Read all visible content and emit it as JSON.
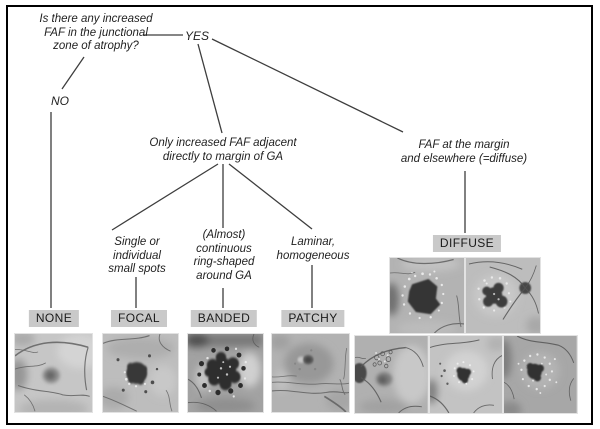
{
  "figure": {
    "question": "Is there any increased\nFAF in the junctional\nzone of atrophy?",
    "answers": {
      "yes": "YES",
      "no": "NO"
    },
    "branch_adjacent": "Only increased FAF adjacent\ndirectly to margin of GA",
    "branch_diffuse": "FAF at the margin\nand elsewhere (=diffuse)",
    "descriptions": {
      "focal": "Single or\nindividual\nsmall spots",
      "banded": "(Almost)\ncontinuous\nring-shaped\naround GA",
      "patchy": "Laminar,\nhomogeneous"
    },
    "categories": {
      "none": "NONE",
      "focal": "FOCAL",
      "banded": "BANDED",
      "patchy": "PATCHY",
      "diffuse": "DIFFUSE"
    },
    "colors": {
      "category_bg": "#c9c9c9",
      "line": "#3d3d3d",
      "text": "#1f1f1f"
    },
    "images": {
      "none": "fundus-normal-faf",
      "focal": "fundus-focal-spots",
      "banded": "fundus-banded-ring",
      "patchy": "fundus-patchy-laminar",
      "diffuse_top_left": "fundus-diffuse-large-atrophy",
      "diffuse_top_right": "fundus-diffuse-irregular-atrophy",
      "diffuse_bottom_1": "fundus-diffuse-speckled-cluster",
      "diffuse_bottom_2": "fundus-diffuse-small-patch",
      "diffuse_bottom_3": "fundus-diffuse-speckle-field"
    }
  }
}
